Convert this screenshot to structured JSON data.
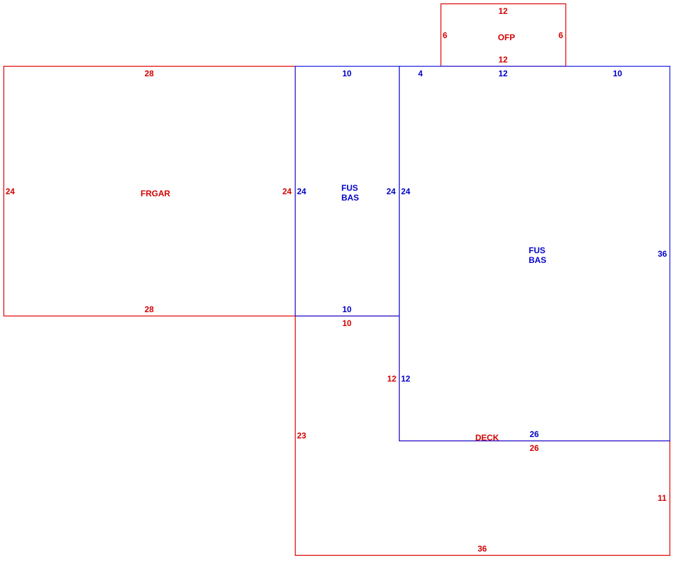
{
  "colors": {
    "outline_red": "#e00000",
    "outline_blue": "#1a1ae6",
    "text_red": "#d40000",
    "text_blue": "#0000c8"
  },
  "areas": {
    "ofp": {
      "name": "OFP",
      "top": "12",
      "left": "6",
      "right": "6",
      "bottom": "12"
    },
    "frgar": {
      "name": "FRGAR",
      "top": "28",
      "left": "24",
      "right": "24",
      "bottom": "28"
    },
    "fus_bas_small": {
      "line1": "FUS",
      "line2": "BAS",
      "top": "10",
      "left": "24",
      "right": "24",
      "bottom": "10"
    },
    "fus_bas_main": {
      "line1": "FUS",
      "line2": "BAS",
      "top_a": "4",
      "top_b": "12",
      "top_c": "10",
      "left_upper": "24",
      "left_lower": "12",
      "right": "36",
      "bottom": "26"
    },
    "deck": {
      "name": "DECK",
      "top": "10",
      "right_upper": "12",
      "left": "23",
      "top_right": "26",
      "right": "11",
      "bottom": "36"
    }
  }
}
